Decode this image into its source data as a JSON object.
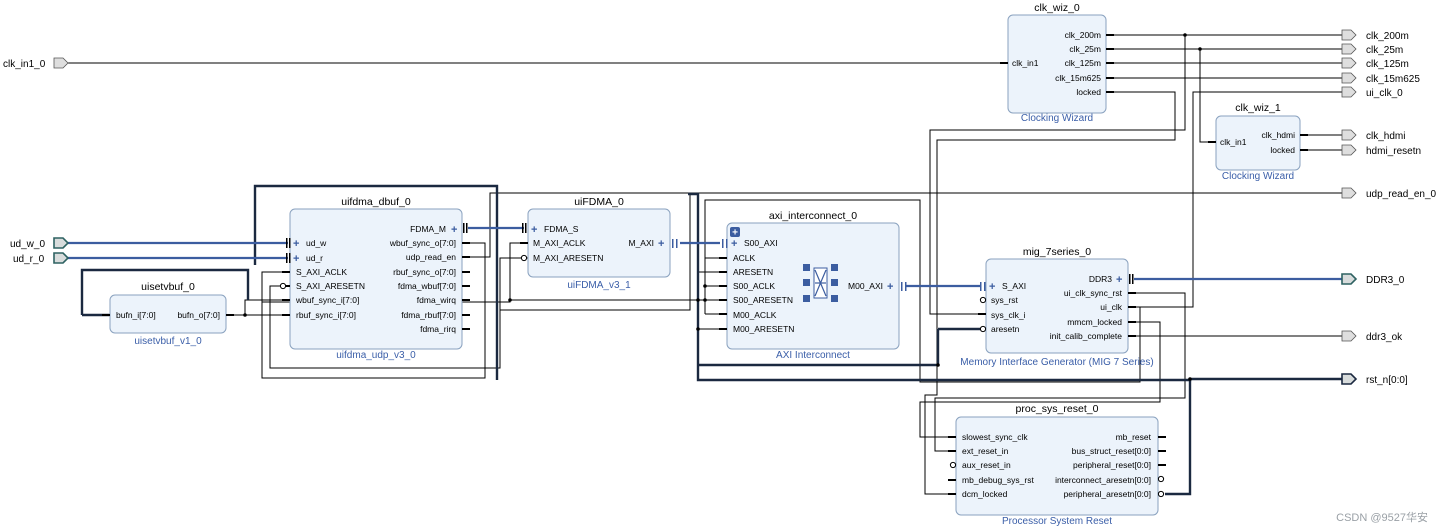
{
  "ports_in": {
    "clk_in1": "clk_in1_0",
    "ud_w": "ud_w_0",
    "ud_r": "ud_r_0"
  },
  "ports_out": {
    "clk_200m": "clk_200m",
    "clk_25m": "clk_25m",
    "clk_125m": "clk_125m",
    "clk_15m625": "clk_15m625",
    "ui_clk": "ui_clk_0",
    "clk_hdmi": "clk_hdmi",
    "hdmi_resetn": "hdmi_resetn",
    "udp_read_en": "udp_read_en_0",
    "ddr3": "DDR3_0",
    "ddr3_ok": "ddr3_ok",
    "rst_n": "rst_n[0:0]"
  },
  "blocks": {
    "clk_wiz_0": {
      "title": "clk_wiz_0",
      "subtitle": "Clocking Wizard",
      "inputs": [
        "clk_in1"
      ],
      "outputs": [
        "clk_200m",
        "clk_25m",
        "clk_125m",
        "clk_15m625",
        "locked"
      ]
    },
    "clk_wiz_1": {
      "title": "clk_wiz_1",
      "subtitle": "Clocking Wizard",
      "inputs": [
        "clk_in1"
      ],
      "outputs": [
        "clk_hdmi",
        "locked"
      ]
    },
    "uifdma_dbuf": {
      "title": "uifdma_dbuf_0",
      "subtitle": "uifdma_udp_v3_0",
      "inputs": [
        "ud_w",
        "ud_r",
        "S_AXI_ACLK",
        "S_AXI_ARESETN",
        "wbuf_sync_i[7:0]",
        "rbuf_sync_i[7:0]"
      ],
      "outputs": [
        "FDMA_M",
        "wbuf_sync_o[7:0]",
        "udp_read_en",
        "rbuf_sync_o[7:0]",
        "fdma_wbuf[7:0]",
        "fdma_wirq",
        "fdma_rbuf[7:0]",
        "fdma_rirq"
      ]
    },
    "uisetvbuf": {
      "title": "uisetvbuf_0",
      "subtitle": "uisetvbuf_v1_0",
      "inputs": [
        "bufn_i[7:0]"
      ],
      "outputs": [
        "bufn_o[7:0]"
      ]
    },
    "uiFDMA": {
      "title": "uiFDMA_0",
      "subtitle": "uiFDMA_v3_1",
      "inputs": [
        "FDMA_S",
        "M_AXI_ACLK",
        "M_AXI_ARESETN"
      ],
      "outputs": [
        "M_AXI"
      ]
    },
    "axi_ic": {
      "title": "axi_interconnect_0",
      "subtitle": "AXI Interconnect",
      "inputs": [
        "S00_AXI",
        "ACLK",
        "ARESETN",
        "S00_ACLK",
        "S00_ARESETN",
        "M00_ACLK",
        "M00_ARESETN"
      ],
      "outputs": [
        "M00_AXI"
      ]
    },
    "mig": {
      "title": "mig_7series_0",
      "subtitle": "Memory Interface Generator (MIG 7 Series)",
      "inputs": [
        "S_AXI",
        "sys_rst",
        "sys_clk_i",
        "aresetn"
      ],
      "outputs": [
        "DDR3",
        "ui_clk_sync_rst",
        "ui_clk",
        "mmcm_locked",
        "init_calib_complete"
      ]
    },
    "psr": {
      "title": "proc_sys_reset_0",
      "subtitle": "Processor System Reset",
      "inputs": [
        "slowest_sync_clk",
        "ext_reset_in",
        "aux_reset_in",
        "mb_debug_sys_rst",
        "dcm_locked"
      ],
      "outputs": [
        "mb_reset",
        "bus_struct_reset[0:0]",
        "peripheral_reset[0:0]",
        "interconnect_aresetn[0:0]",
        "peripheral_aresetn[0:0]"
      ]
    }
  },
  "watermark": "CSDN @9527华安"
}
